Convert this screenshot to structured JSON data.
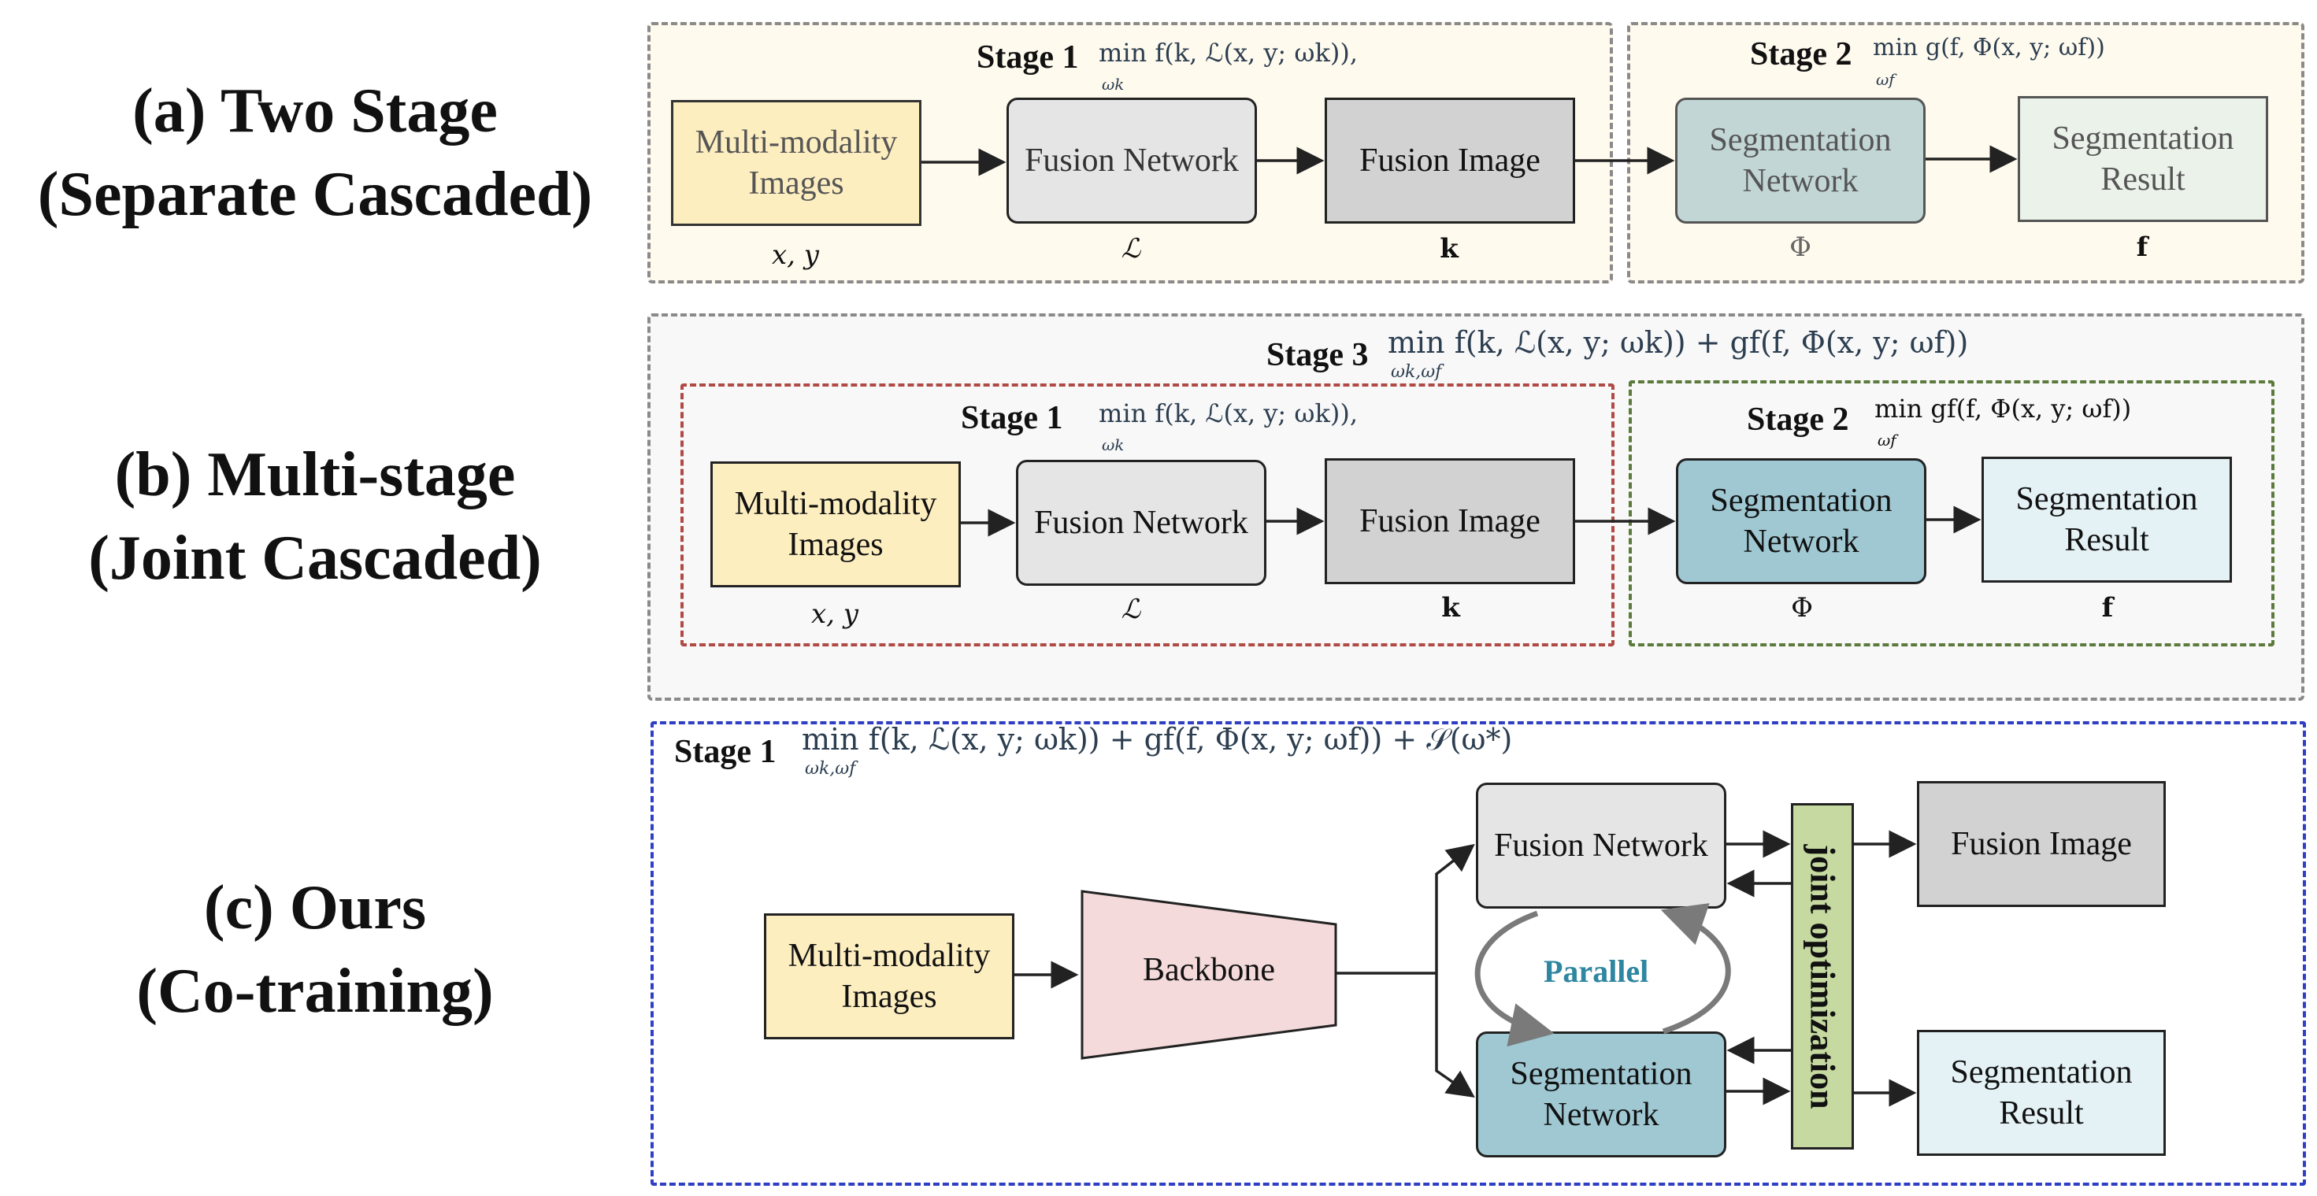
{
  "labels": {
    "a_line1": "(a) Two Stage",
    "a_line2": "(Separate Cascaded)",
    "b_line1": "(b) Multi-stage",
    "b_line2": "(Joint Cascaded)",
    "c_line1": "(c) Ours",
    "c_line2": "(Co-training)"
  },
  "a": {
    "stage1_title": "Stage 1",
    "stage1_formula": "min f(k, ℒ(x, y; ωk)),",
    "stage1_formula_sub": "ωk",
    "stage2_title": "Stage 2",
    "stage2_formula": "min g(f, Φ(x, y; ωf))",
    "stage2_formula_sub": "ωf",
    "boxes": {
      "images": "Multi-modality Images",
      "fusion_net": "Fusion Network",
      "fusion_img": "Fusion Image",
      "seg_net": "Segmentation Network",
      "seg_result": "Segmentation Result"
    },
    "symbols": {
      "xy": "x, y",
      "L": "ℒ",
      "k": "k",
      "phi": "Φ",
      "f": "f"
    }
  },
  "b": {
    "stage3_title": "Stage 3",
    "stage3_formula": "min f(k, ℒ(x, y; ωk)) + gf(f, Φ(x, y; ωf))",
    "stage3_formula_sub": "ωk,ωf",
    "stage1_title": "Stage 1",
    "stage1_formula": "min f(k, ℒ(x, y; ωk)),",
    "stage1_formula_sub": "ωk",
    "stage2_title": "Stage 2",
    "stage2_formula": "min gf(f, Φ(x, y; ωf))",
    "stage2_formula_sub": "ωf",
    "boxes": {
      "images": "Multi-modality Images",
      "fusion_net": "Fusion Network",
      "fusion_img": "Fusion Image",
      "seg_net": "Segmentation Network",
      "seg_result": "Segmentation Result"
    },
    "symbols": {
      "xy": "x, y",
      "L": "ℒ",
      "k": "k",
      "phi": "Φ",
      "f": "f"
    }
  },
  "c": {
    "stage1_title": "Stage 1",
    "stage1_formula": "min f(k, ℒ(x, y; ωk)) + gf(f, Φ(x, y; ωf)) + 𝒮(ω*)",
    "stage1_formula_sub": "ωk,ωf",
    "boxes": {
      "images": "Multi-modality Images",
      "backbone": "Backbone",
      "fusion_net": "Fusion Network",
      "seg_net": "Segmentation Network",
      "fusion_img": "Fusion Image",
      "seg_result": "Segmentation Result"
    },
    "joint": "joint optimization",
    "parallel": "Parallel"
  },
  "colors": {
    "panel_a_bg": "#fffaee",
    "panel_b_bg": "#f8f8f8",
    "images": "#fdeec0",
    "fusion_net": "#e5e5e5",
    "fusion_img": "#d2d2d2",
    "seg_net_faded": "#c3d6d6",
    "seg_result_faded": "#eaf2ea",
    "seg_net": "#9fc8d3",
    "seg_result": "#e4f2f6",
    "backbone": "#f4dada",
    "joint": "#c5d9a0",
    "parallel_text": "#2e86a0"
  }
}
